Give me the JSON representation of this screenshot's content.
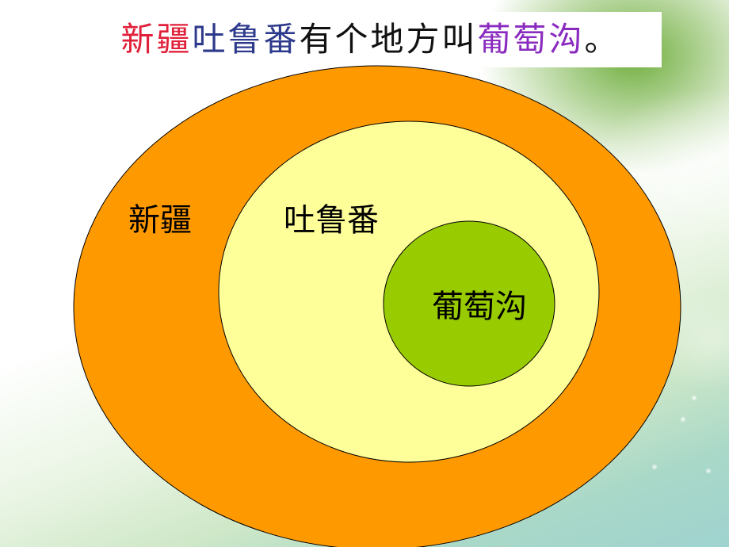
{
  "title": {
    "segments": [
      {
        "text": "新疆",
        "color": "#e0203a"
      },
      {
        "text": "吐鲁番",
        "color": "#2d3a8c"
      },
      {
        "text": "有个地方叫",
        "color": "#111111"
      },
      {
        "text": "葡萄沟",
        "color": "#8a2bbf"
      },
      {
        "text": "。",
        "color": "#111111"
      }
    ]
  },
  "regions": {
    "outer": {
      "label": "新疆",
      "fill": "#ff9900"
    },
    "middle": {
      "label": "吐鲁番",
      "fill": "#ffff99"
    },
    "inner": {
      "label": "葡萄沟",
      "fill": "#99cc00"
    }
  },
  "colors": {
    "stroke": "#000000"
  }
}
